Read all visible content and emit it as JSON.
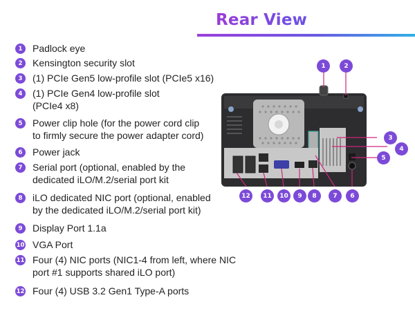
{
  "header": {
    "title": "Rear View"
  },
  "legend": [
    {
      "number": "1",
      "lines": [
        "Padlock eye"
      ]
    },
    {
      "number": "2",
      "lines": [
        "Kensington security slot"
      ]
    },
    {
      "number": "3",
      "lines": [
        "(1) PCIe Gen5 low-profile slot (PCIe5 x16)"
      ]
    },
    {
      "number": "4",
      "lines": [
        "(1) PCIe Gen4 low-profile slot",
        "(PCIe4 x8)"
      ]
    },
    {
      "number": "5",
      "lines": [
        "Power clip hole (for the power cord clip",
        "to firmly secure the power adapter cord)"
      ]
    },
    {
      "number": "6",
      "lines": [
        "Power jack"
      ]
    },
    {
      "number": "7",
      "lines": [
        "Serial port (optional, enabled by the",
        "dedicated iLO/M.2/serial port kit"
      ]
    },
    {
      "number": "8",
      "lines": [
        "iLO dedicated NIC port (optional, enabled",
        "by the dedicated iLO/M.2/serial port kit)"
      ]
    },
    {
      "number": "9",
      "lines": [
        "Display Port 1.1a"
      ]
    },
    {
      "number": "10",
      "lines": [
        "VGA Port"
      ]
    },
    {
      "number": "11",
      "lines": [
        "Four (4) NIC ports (NIC1-4 from left, where NIC",
        "port #1 supports shared iLO port)"
      ]
    },
    {
      "number": "12",
      "lines": [
        "Four (4) USB 3.2 Gen1 Type-A ports"
      ]
    }
  ],
  "diagram": {
    "callouts_top": [
      "1",
      "2"
    ],
    "callouts_right": [
      "3",
      "4",
      "5"
    ],
    "callouts_bottom": [
      "12",
      "11",
      "10",
      "9",
      "8",
      "7",
      "6"
    ]
  },
  "colors": {
    "accent": "#7c4ad8",
    "callout_line": "#d0247a",
    "chassis": "#2a2a2c",
    "panel": "#c9c9c9"
  }
}
